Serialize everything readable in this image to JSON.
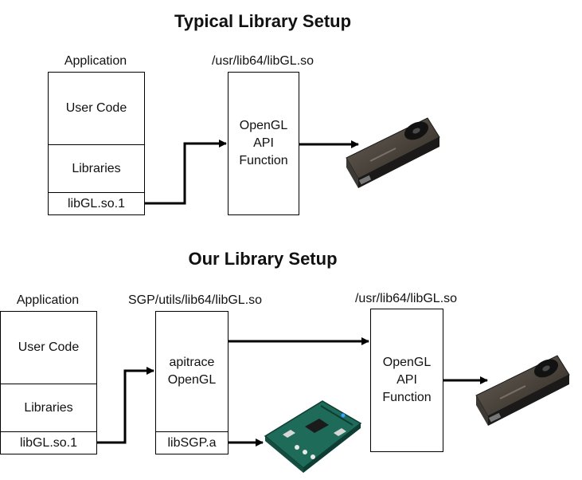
{
  "typical": {
    "title": "Typical Library Setup",
    "app_label": "Application",
    "app_cells": [
      "User Code",
      "Libraries",
      "libGL.so.1"
    ],
    "lib_path": "/usr/lib64/libGL.so",
    "api_lines": [
      "OpenGL",
      "API",
      "Function"
    ]
  },
  "ours": {
    "title": "Our Library Setup",
    "app_label": "Application",
    "app_cells": [
      "User Code",
      "Libraries",
      "libGL.so.1"
    ],
    "sgp_path": "SGP/utils/lib64/libGL.so",
    "apitrace_lines": [
      "apitrace",
      "OpenGL"
    ],
    "libsgp": "libSGP.a",
    "lib_path": "/usr/lib64/libGL.so",
    "api_lines": [
      "OpenGL",
      "API",
      "Function"
    ]
  },
  "colors": {
    "line": "#000000",
    "gpu_body": "#3a3a3a",
    "gpu_fan": "#1a1a1a",
    "board": "#1f6b5a"
  },
  "icons": [
    "gpu-graphics-card-icon",
    "fpga-dev-board-icon"
  ]
}
